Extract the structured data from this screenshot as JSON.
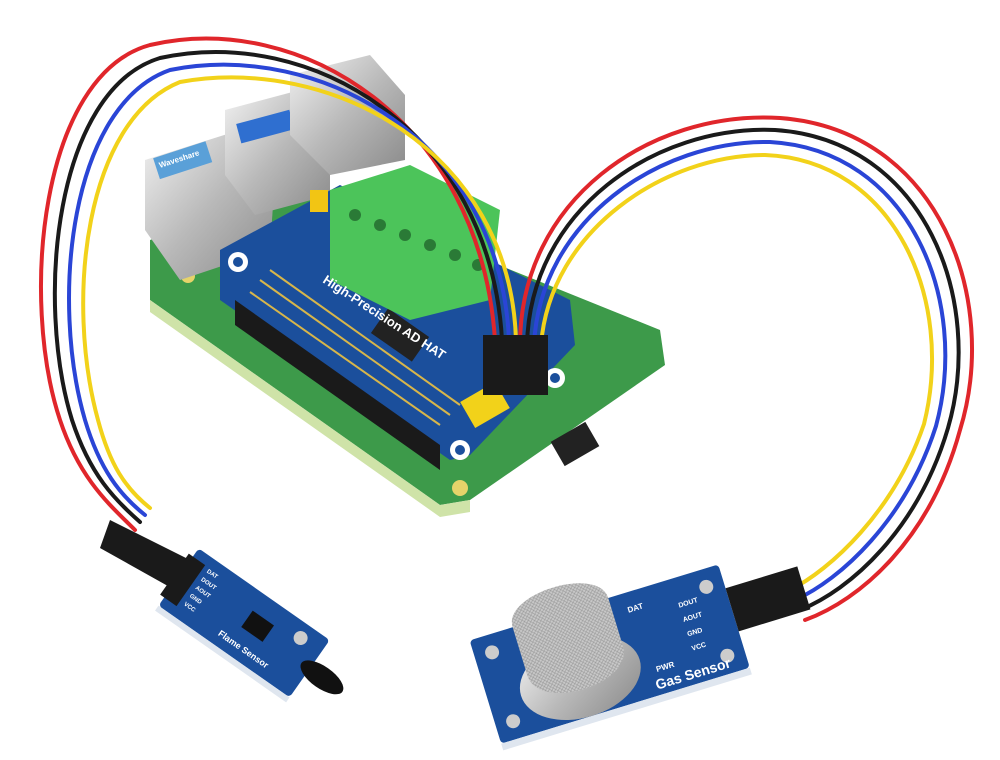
{
  "hat": {
    "title": "High-Precision AD HAT",
    "brand": "Waveshare"
  },
  "flame_sensor": {
    "title": "Flame Sensor",
    "pins": [
      "DAT",
      "DOUT",
      "AOUT",
      "GND",
      "VCC"
    ]
  },
  "gas_sensor": {
    "title": "Gas Sensor",
    "pins": [
      "DOUT",
      "AOUT",
      "GND",
      "VCC"
    ],
    "led_labels": [
      "DAT",
      "PWR"
    ]
  },
  "colors": {
    "board_blue": "#1b4f9c",
    "pi_green": "#3d9a4a",
    "terminal_green": "#4cc45a",
    "wire_red": "#e0262b",
    "wire_black": "#1a1a1a",
    "wire_blue": "#2a45d6",
    "wire_yellow": "#f2d21a"
  }
}
